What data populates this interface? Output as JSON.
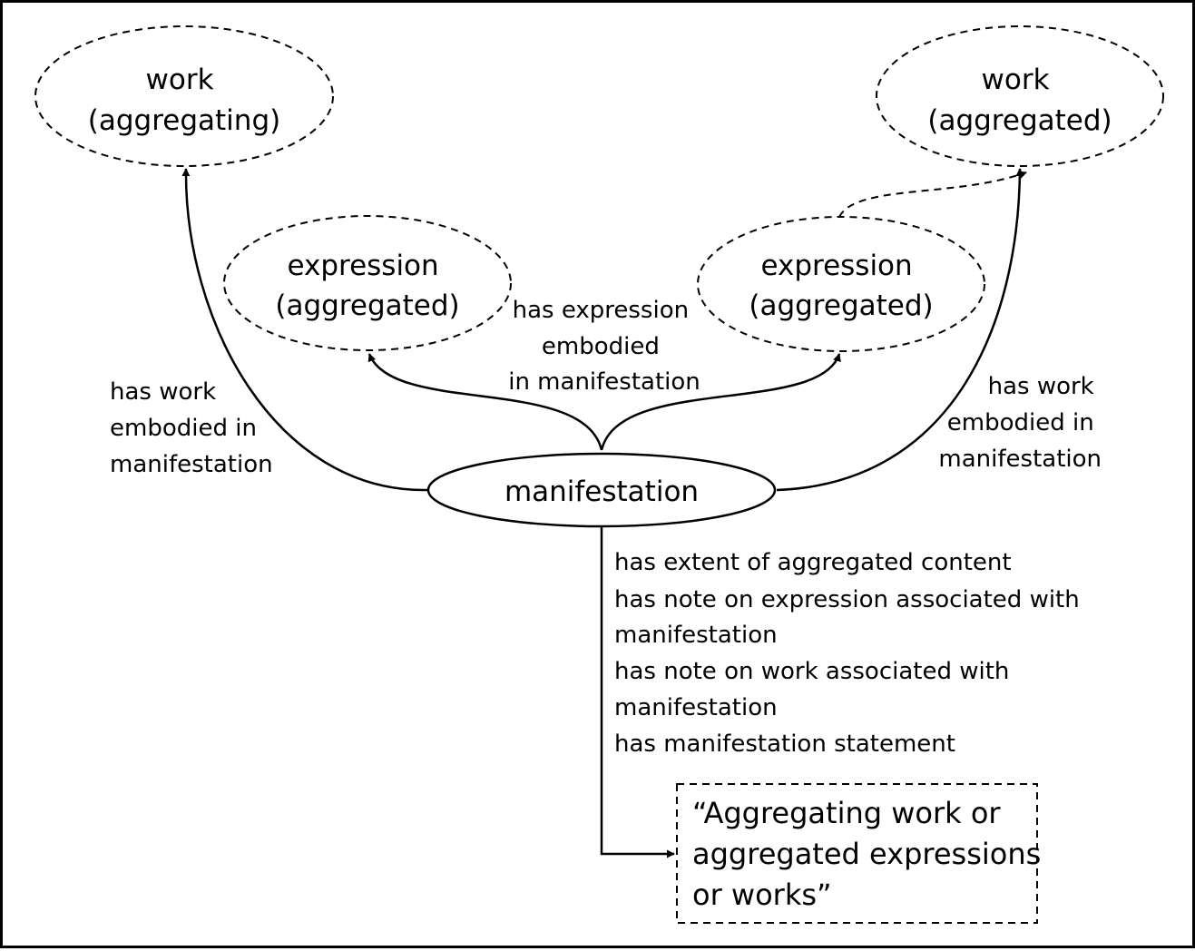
{
  "nodes": {
    "work_aggregating": [
      "work",
      "(aggregating)"
    ],
    "work_aggregated": [
      "work",
      "(aggregated)"
    ],
    "expression_left": [
      "expression",
      "(aggregated)"
    ],
    "expression_right": [
      "expression",
      "(aggregated)"
    ],
    "manifestation": [
      "manifestation"
    ]
  },
  "edges": {
    "work_left": [
      "has work",
      "embodied in",
      "manifestation"
    ],
    "work_right": [
      "has work",
      "embodied in",
      "manifestation"
    ],
    "expression": [
      "has expression",
      "embodied",
      "in manifestation"
    ],
    "attributes": [
      "has extent of aggregated content",
      "has note on expression associated with",
      "manifestation",
      "has note on work associated with",
      "manifestation",
      "has manifestation statement"
    ]
  },
  "statement_box": [
    "“Aggregating work or",
    "aggregated expressions",
    "or works”"
  ]
}
